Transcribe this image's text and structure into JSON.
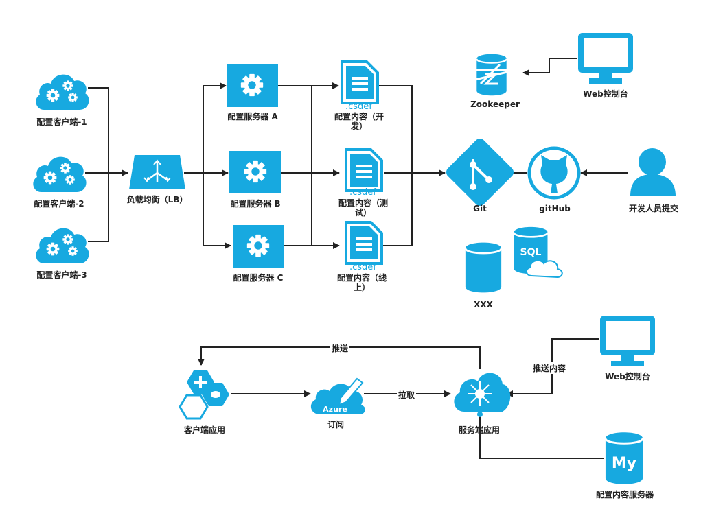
{
  "colors": {
    "accent": "#17a9e0",
    "line": "#222222"
  },
  "top": {
    "clients": [
      "配置客户端-1",
      "配置客户端-2",
      "配置客户端-3"
    ],
    "load_balancer": "负载均衡（LB）",
    "servers": [
      "配置服务器 A",
      "配置服务器 B",
      "配置服务器 C"
    ],
    "docs": [
      {
        "tag": ".csdef",
        "label": "配置内容（开发）"
      },
      {
        "tag": ".csdef",
        "label": "配置内容（测试）"
      },
      {
        "tag": ".csdef",
        "label": "配置内容（线上）"
      }
    ],
    "git": "Git",
    "github": "gitHub",
    "developer": "开发人员提交",
    "zookeeper": "Zookeeper",
    "web_console": "Web控制台",
    "db": "XXX",
    "sql_icon_text": "SQL"
  },
  "bottom": {
    "client_app": "客户端应用",
    "subscribe": "订阅",
    "azure_icon_text": "Azure",
    "server_app": "服务端应用",
    "web_console": "Web控制台",
    "content_server": "配置内容服务器",
    "mysql_icon_text": "My",
    "edges": {
      "push": "推送",
      "pull": "拉取",
      "push_content": "推送内容"
    }
  }
}
